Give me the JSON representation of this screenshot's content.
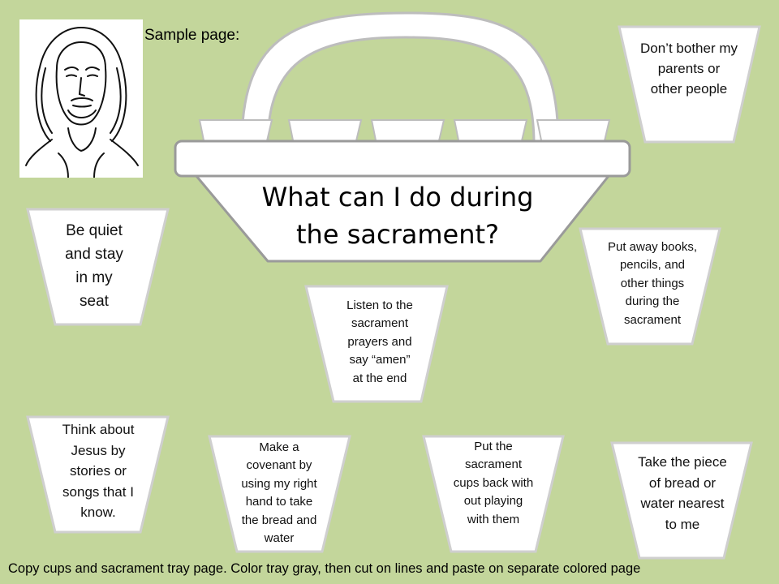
{
  "sample_label": "Sample page:",
  "tray_question": "What can I do during\nthe sacrament?",
  "cups": {
    "dont_bother": "Don’t bother my\nparents or\nother people",
    "be_quiet": "Be quiet\nand stay\nin my\nseat",
    "put_away": "Put away books,\npencils, and\nother things\nduring the\nsacrament",
    "listen": "Listen to the\nsacrament\nprayers and\nsay “amen”\nat the end",
    "think": "Think about\nJesus by\nstories or\nsongs that I\nknow.",
    "covenant": "Make a\ncovenant by\nusing my right\nhand to take\nthe bread and\nwater",
    "cups_back": "Put the\nsacrament\ncups back with\nout playing\nwith them",
    "take_piece": "Take the piece\nof bread or\nwater nearest\nto me"
  },
  "instructions": "Copy cups and sacrament tray page.  Color tray gray, then cut on lines and paste on separate colored page",
  "colors": {
    "background": "#c3d69b",
    "cup_fill": "#ffffff",
    "cup_stroke": "#c9c9c9"
  }
}
